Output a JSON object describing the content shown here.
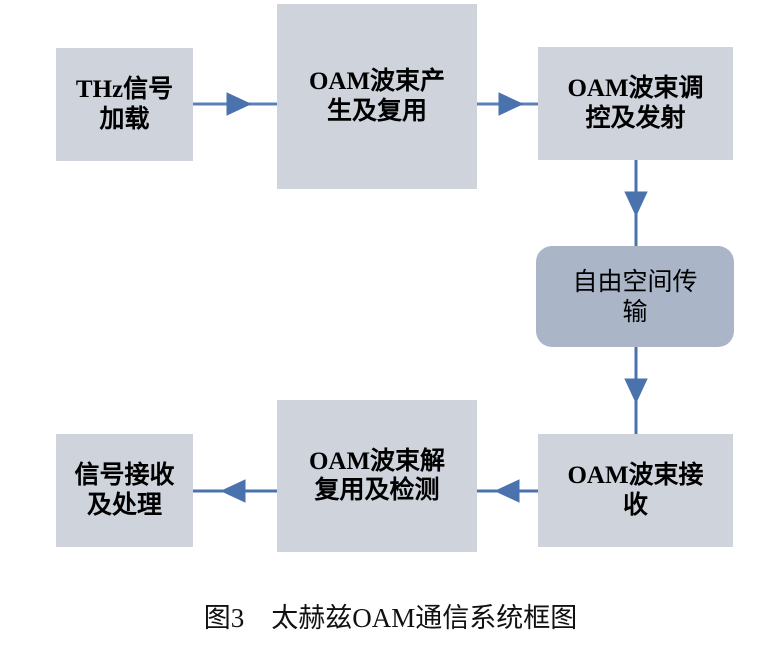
{
  "figure": {
    "caption": "图3    太赫兹OAM通信系统框图",
    "background_color": "#ffffff",
    "node_fill_color": "#ced3dc",
    "highlight_fill_color": "#aab6c8",
    "connector_color": "#4a72ac"
  },
  "nodes": {
    "thz_load": {
      "label": "THz信号\n加载"
    },
    "oam_generation": {
      "label": "OAM波束产\n生及复用"
    },
    "oam_transmit": {
      "label": "OAM波束调\n控及发射"
    },
    "free_space": {
      "label": "自由空间传\n输"
    },
    "oam_receive": {
      "label": "OAM波束接\n收"
    },
    "oam_demux": {
      "label": "OAM波束解\n复用及检测"
    },
    "signal_processing": {
      "label": "信号接收\n及处理"
    }
  },
  "connectors": [
    {
      "name": "thz-load-to-oam-generation",
      "direction": "right"
    },
    {
      "name": "oam-generation-to-oam-transmit",
      "direction": "right"
    },
    {
      "name": "oam-transmit-to-free-space",
      "direction": "down"
    },
    {
      "name": "free-space-to-oam-receive",
      "direction": "down"
    },
    {
      "name": "oam-receive-to-oam-demux",
      "direction": "left"
    },
    {
      "name": "oam-demux-to-signal-processing",
      "direction": "left"
    }
  ]
}
